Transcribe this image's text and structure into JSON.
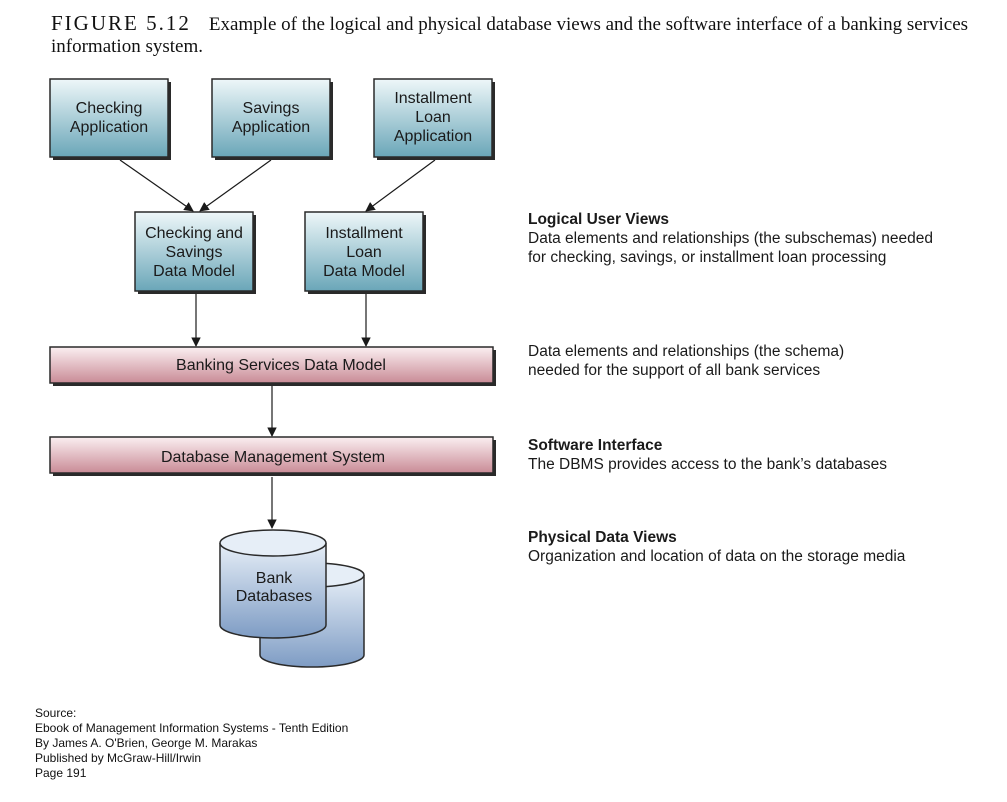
{
  "figure": {
    "number": "FIGURE 5.12",
    "caption_line1": "Example of the logical and physical database views and the software interface of a banking services",
    "caption_line2": "information system."
  },
  "applications": {
    "checking": [
      "Checking",
      "Application"
    ],
    "savings": [
      "Savings",
      "Application"
    ],
    "installment": [
      "Installment",
      "Loan",
      "Application"
    ]
  },
  "data_models": {
    "checking_savings": [
      "Checking and",
      "Savings",
      "Data Model"
    ],
    "installment": [
      "Installment",
      "Loan",
      "Data Model"
    ]
  },
  "banking_model": "Banking Services Data Model",
  "dbms": "Database Management System",
  "databases": [
    "Bank",
    "Databases"
  ],
  "annotations": {
    "logical": {
      "heading": "Logical User Views",
      "lines": [
        "Data elements and relationships (the subschemas) needed",
        "for checking, savings, or installment loan processing"
      ]
    },
    "schema": {
      "lines": [
        "Data elements and relationships (the schema)",
        "needed for the support of all bank services"
      ]
    },
    "software": {
      "heading": "Software Interface",
      "lines": [
        "The DBMS provides access to the bank’s databases"
      ]
    },
    "physical": {
      "heading": "Physical Data Views",
      "lines": [
        "Organization and location of data on the storage media"
      ]
    }
  },
  "source": {
    "label": "Source:",
    "book": "Ebook of Management Information Systems - Tenth Edition",
    "authors": "By James A. O'Brien, George M. Marakas",
    "publisher": "Published by McGraw-Hill/Irwin",
    "page": "Page 191"
  },
  "colors": {
    "blue_top": "#eef7f9",
    "blue_bottom": "#6aa6b8",
    "pink_top": "#fbeff1",
    "pink_bottom": "#c98b96",
    "db_top": "#e6eef7",
    "db_bottom": "#7e9cc4",
    "border": "#2a2a2a"
  }
}
